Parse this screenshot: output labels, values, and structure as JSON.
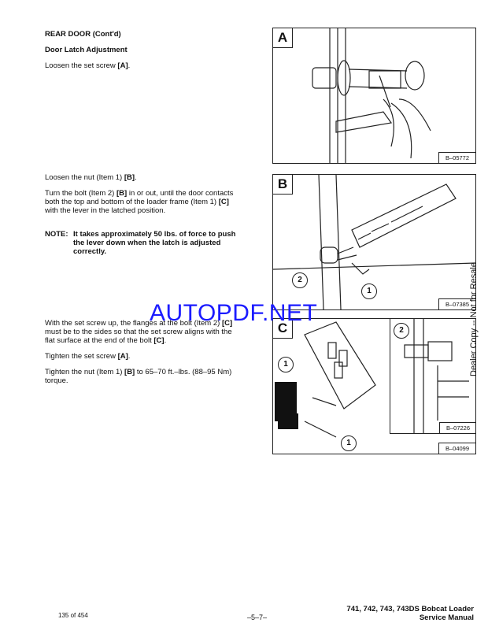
{
  "header": {
    "section": "REAR DOOR (Cont'd)",
    "subsection": "Door Latch Adjustment"
  },
  "steps": {
    "loosen_set_screw": [
      "Loosen the set screw ",
      "[A]",
      "."
    ],
    "loosen_nut": [
      "Loosen the nut (Item 1) ",
      "[B]",
      "."
    ],
    "turn_bolt": {
      "l1": [
        "Turn the bolt (Item 2) ",
        "[B]",
        " in or out, until the door contacts"
      ],
      "l2": "both the top and bottom of the loader frame (Item 1) ",
      "l2b": "[C]",
      "l3": "with the lever in the latched position."
    },
    "note": {
      "label": "NOTE:",
      "l1": "It takes approximately 50 lbs. of force to push",
      "l2": "the  lever down when the   latch  is  adjusted",
      "l3": "correctly."
    },
    "set_screw_up": {
      "l1": "With the set screw up, the flanges at the bolt (Item 2) ",
      "l1b": "[C]",
      "l2": "must be to the sides so that the set screw aligns with the",
      "l3": "flat surface at the end of the bolt ",
      "l3b": "[C]",
      "l3c": "."
    },
    "tighten_set_screw": [
      "Tighten the set screw ",
      "[A]",
      "."
    ],
    "tighten_nut": {
      "l1": [
        "Tighten the nut (Item 1) ",
        "[B]",
        " to 65–70 ft.–lbs. (88–95 Nm)"
      ],
      "l2": "torque."
    }
  },
  "figures": {
    "A": {
      "letter": "A",
      "code": "B–05772"
    },
    "B": {
      "letter": "B",
      "code": "B–07385",
      "callouts": [
        "2",
        "1"
      ]
    },
    "C": {
      "letter": "C",
      "code_inset": "B–07226",
      "code": "B–04099",
      "callouts": [
        "1",
        "2",
        "1"
      ]
    }
  },
  "watermark": "AUTOPDF.NET",
  "side_notice": "Dealer Copy -- Not for Resale",
  "footer": {
    "page_count": "135 of 454",
    "page_number": "–5–7–",
    "model": "741, 742, 743, 743DS Bobcat Loader",
    "manual": "Service Manual"
  }
}
